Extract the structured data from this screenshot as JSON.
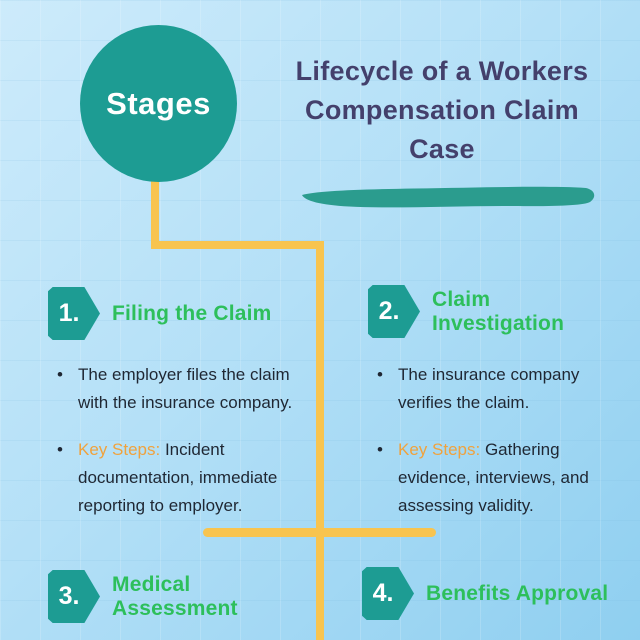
{
  "header": {
    "circle_label": "Stages",
    "title_lines": [
      "Lifecycle of a Workers",
      "Compensation Claim",
      "Case"
    ]
  },
  "stages": [
    {
      "number": "1.",
      "title": "Filing the Claim",
      "bullets": [
        {
          "prefix": "",
          "text": "The employer files the claim with the insurance company."
        },
        {
          "prefix": "Key Steps: ",
          "text": "Incident documentation, immediate reporting to employer."
        }
      ]
    },
    {
      "number": "2.",
      "title": "Claim Investigation",
      "bullets": [
        {
          "prefix": "",
          "text": "The insurance company verifies the claim."
        },
        {
          "prefix": "Key Steps: ",
          "text": "Gathering evidence, interviews, and assessing validity."
        }
      ]
    },
    {
      "number": "3.",
      "title": "Medical Assessment",
      "bullets": []
    },
    {
      "number": "4.",
      "title": "Benefits Approval",
      "bullets": []
    }
  ],
  "colors": {
    "teal": "#1d9c93",
    "brush": "#2b9c8e",
    "yellow": "#f8c44f",
    "green": "#2dbf5b",
    "orange": "#f0a23d",
    "purple": "#44406c",
    "body": "#1f2733",
    "bg_light": "#cdebfb",
    "bg_dark": "#8fcff0"
  }
}
